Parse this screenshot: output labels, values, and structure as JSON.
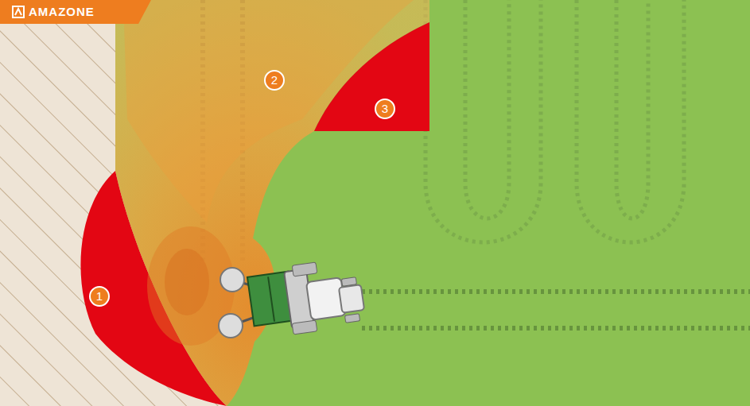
{
  "diagram": {
    "labels": [
      "AMAZONE",
      "1",
      "2",
      "3"
    ]
  }
}
